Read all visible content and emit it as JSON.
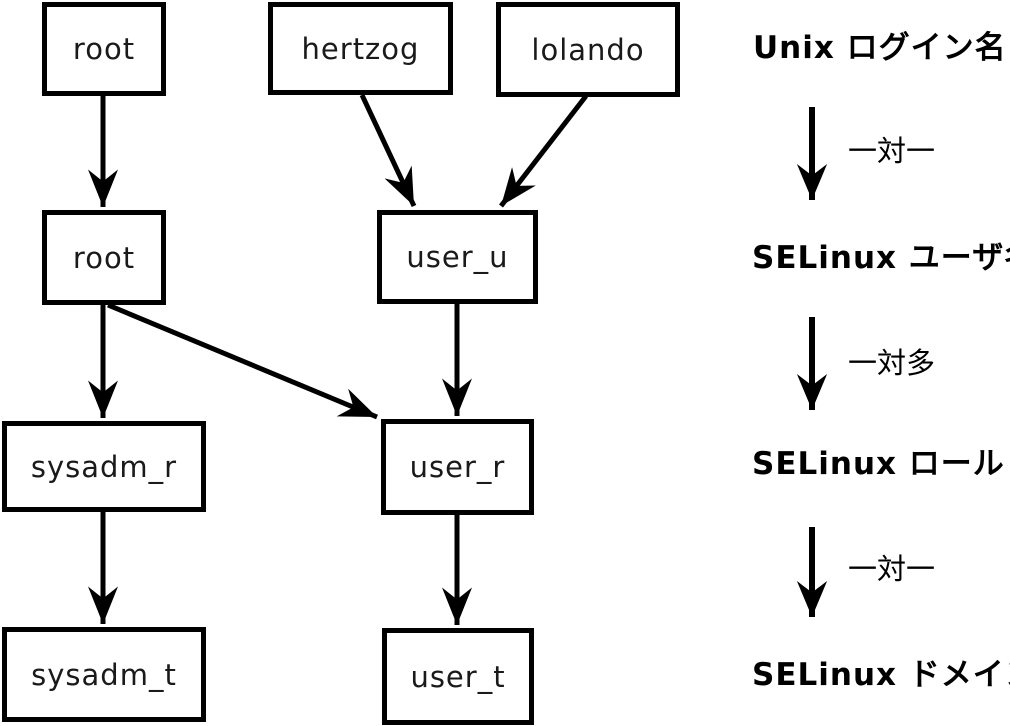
{
  "nodes": [
    {
      "id": "login-root",
      "label": "root"
    },
    {
      "id": "login-hertzog",
      "label": "hertzog"
    },
    {
      "id": "login-lolando",
      "label": "lolando"
    },
    {
      "id": "user-root",
      "label": "root"
    },
    {
      "id": "user-user_u",
      "label": "user_u"
    },
    {
      "id": "role-sysadm_r",
      "label": "sysadm_r"
    },
    {
      "id": "role-user_r",
      "label": "user_r"
    },
    {
      "id": "domain-sysadm_t",
      "label": "sysadm_t"
    },
    {
      "id": "domain-user_t",
      "label": "user_t"
    }
  ],
  "edges": [
    {
      "from": "login-root",
      "to": "user-root"
    },
    {
      "from": "login-hertzog",
      "to": "user-user_u"
    },
    {
      "from": "login-lolando",
      "to": "user-user_u"
    },
    {
      "from": "user-root",
      "to": "role-sysadm_r"
    },
    {
      "from": "user-root",
      "to": "role-user_r"
    },
    {
      "from": "user-user_u",
      "to": "role-user_r"
    },
    {
      "from": "role-sysadm_r",
      "to": "domain-sysadm_t"
    },
    {
      "from": "role-user_r",
      "to": "domain-user_t"
    }
  ],
  "legend": {
    "levels": [
      {
        "label": "Unix ログイン名"
      },
      {
        "label": "SELinux ユーザ名"
      },
      {
        "label": "SELinux ロール"
      },
      {
        "label": "SELinux ドメイン"
      }
    ],
    "relations": [
      {
        "label": "一対一"
      },
      {
        "label": "一対多"
      },
      {
        "label": "一対一"
      }
    ]
  },
  "colors": {
    "ink": "#000000",
    "background": "#ffffff"
  }
}
